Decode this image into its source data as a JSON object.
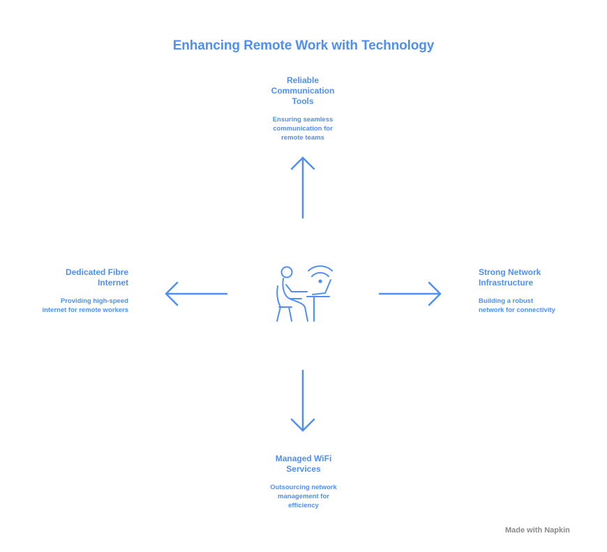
{
  "title": "Enhancing Remote Work with Technology",
  "nodes": {
    "top": {
      "heading": "Reliable Communication Tools",
      "description": "Ensuring seamless communication for remote teams"
    },
    "left": {
      "heading": "Dedicated Fibre Internet",
      "description": "Providing high-speed internet for remote workers"
    },
    "right": {
      "heading": "Strong Network Infrastructure",
      "description": "Building a robust network for connectivity"
    },
    "bottom": {
      "heading": "Managed WiFi Services",
      "description": "Outsourcing network management for efficiency"
    }
  },
  "center_icon": "remote-worker-wifi-icon",
  "footer": "Made with Napkin",
  "colors": {
    "accent": "#4f8ff5",
    "footer": "#8a8a8a"
  }
}
